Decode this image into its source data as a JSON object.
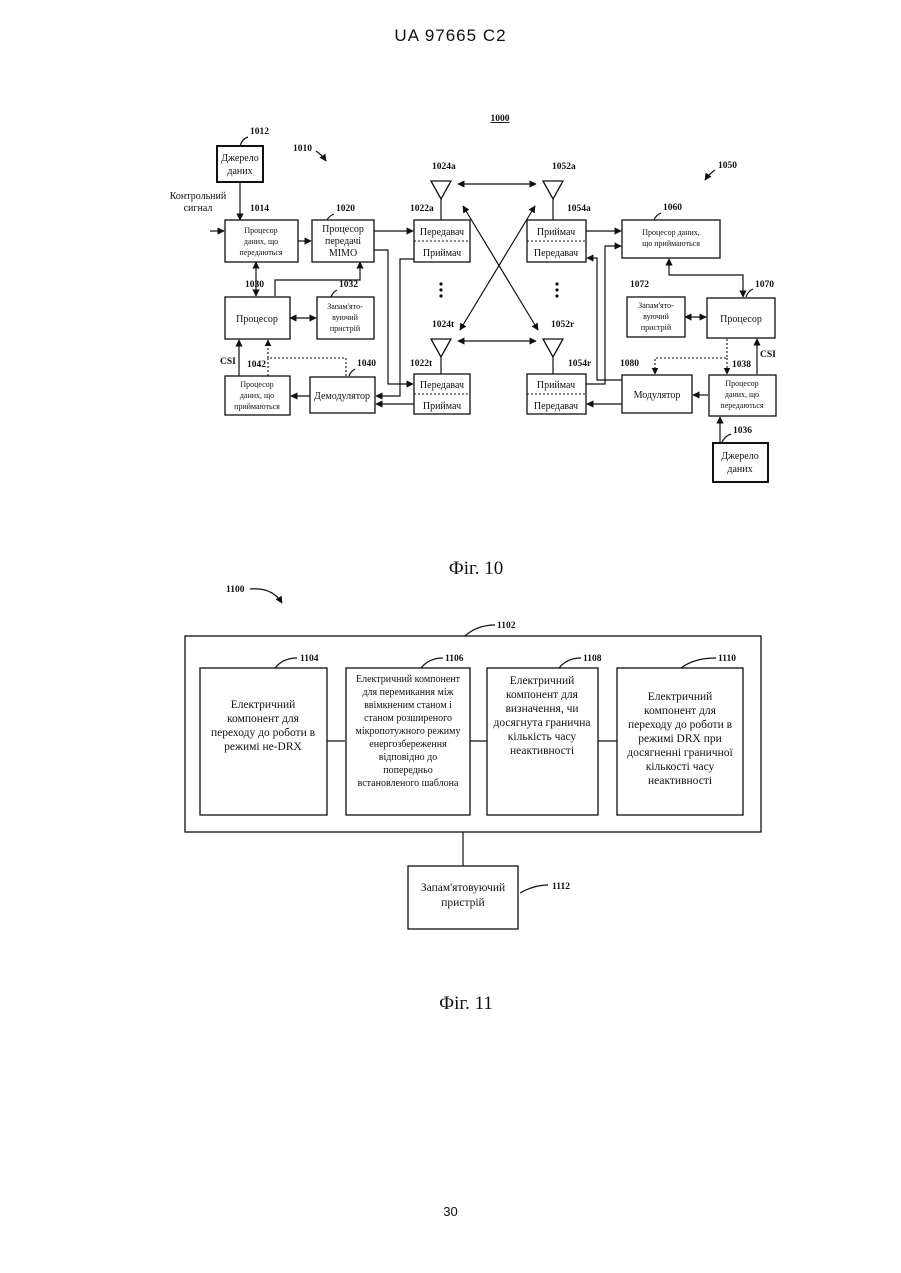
{
  "header": {
    "doc_id": "UA   97665   C2"
  },
  "fig10": {
    "caption": "Фіг. 10",
    "system_ref": "1000",
    "tx_ref": "1010",
    "rx_ref": "1050",
    "control_signal": [
      "Контрольний",
      "сигнал"
    ],
    "csi": "CSI",
    "tx": {
      "source": {
        "ref": "1012",
        "lines": [
          "Джерело",
          "даних"
        ]
      },
      "tx_proc": {
        "ref": "1014",
        "lines": [
          "Процесор",
          "даних, що",
          "передаються"
        ]
      },
      "mimo": {
        "ref": "1020",
        "lines": [
          "Процесор",
          "передачі",
          "MIMO"
        ]
      },
      "processor": {
        "ref": "1030",
        "label": "Процесор"
      },
      "memory": {
        "ref": "1032",
        "lines": [
          "Запам'ято-",
          "вуючий",
          "пристрій"
        ]
      },
      "rx_proc": {
        "ref": "1042",
        "lines": [
          "Процесор",
          "даних, що",
          "приймаються"
        ]
      },
      "demod": {
        "ref": "1040",
        "label": "Демодулятор"
      },
      "xcvr_a": {
        "ref": "1022a",
        "top": "Передавач",
        "bottom": "Приймач"
      },
      "xcvr_t": {
        "ref": "1022t",
        "top": "Передавач",
        "bottom": "Приймач"
      },
      "ant_a": "1024a",
      "ant_t": "1024t"
    },
    "rx": {
      "xcvr_a": {
        "ref": "1054a",
        "top": "Приймач",
        "bottom": "Передавач"
      },
      "xcvr_r": {
        "ref": "1054r",
        "top": "Приймач",
        "bottom": "Передавач"
      },
      "rx_proc": {
        "ref": "1060",
        "lines": [
          "Процесор даних,",
          "що приймаються"
        ]
      },
      "memory": {
        "ref": "1072",
        "lines": [
          "Запам'ято-",
          "вуючий",
          "пристрій"
        ]
      },
      "processor": {
        "ref": "1070",
        "label": "Процесор"
      },
      "mod": {
        "ref": "1080",
        "label": "Модулятор"
      },
      "tx_proc": {
        "ref": "1038",
        "lines": [
          "Процесор",
          "даних, що",
          "передаються"
        ]
      },
      "source": {
        "ref": "1036",
        "lines": [
          "Джерело",
          "даних"
        ]
      },
      "ant_a": "1052a",
      "ant_r": "1052r"
    }
  },
  "fig11": {
    "caption": "Фіг. 11",
    "system_ref": "1100",
    "group_ref": "1102",
    "components": [
      {
        "ref": "1104",
        "lines": [
          "Електричний",
          "компонент для",
          "переходу до роботи в",
          "режимі не-DRX"
        ]
      },
      {
        "ref": "1106",
        "lines": [
          "Електричний компонент",
          "для перемикання між",
          "ввімкненим станом і",
          "станом розширеного",
          "мікропотужного режиму",
          "енергозбереження",
          "відповідно до",
          "попередньо",
          "встановленого шаблона"
        ]
      },
      {
        "ref": "1108",
        "lines": [
          "Електричний",
          "компонент для",
          "визначення, чи",
          "досягнута гранична",
          "кількість часу",
          "неактивності"
        ]
      },
      {
        "ref": "1110",
        "lines": [
          "Електричний",
          "компонент для",
          "переходу до роботи в",
          "режимі DRX при",
          "досягненні граничної",
          "кількості часу",
          "неактивності"
        ]
      }
    ],
    "memory": {
      "ref": "1112",
      "lines": [
        "Запам'ятовуючий",
        "пристрій"
      ]
    }
  },
  "footer": {
    "page_number": "30"
  }
}
